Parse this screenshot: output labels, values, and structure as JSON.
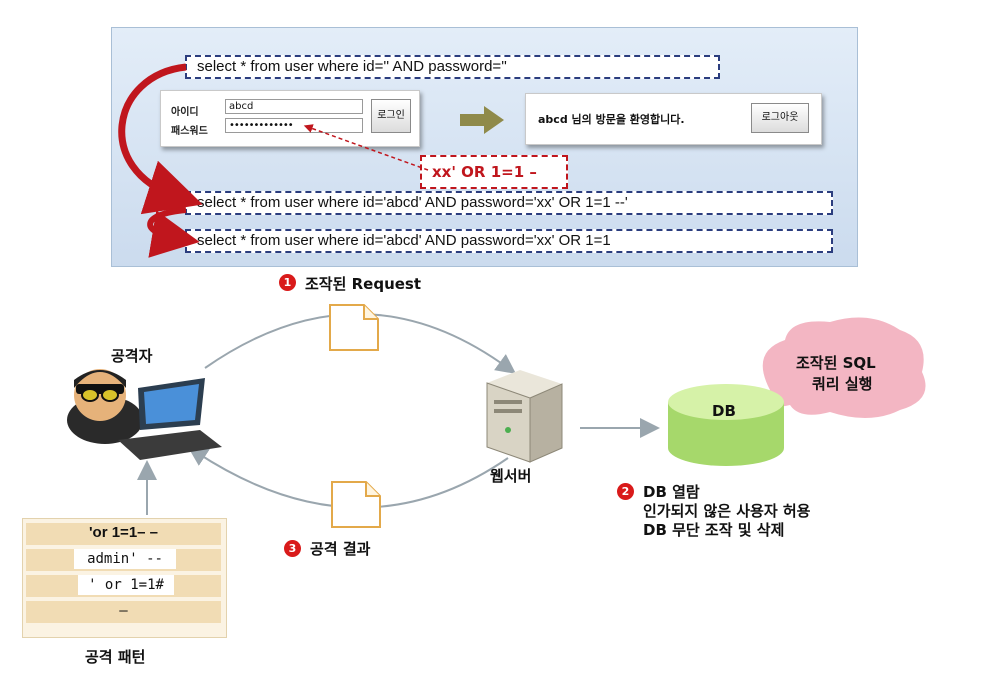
{
  "top_panel": {
    "sql_original": "select * from user where id='' AND password=''",
    "sql_injected": "select * from user where id='abcd' AND password='xx' OR 1=1 --'",
    "sql_result": "select * from user where id='abcd' AND password='xx' OR 1=1",
    "login_form": {
      "id_label": "아이디",
      "id_value": "abcd",
      "pw_label": "패스워드",
      "pw_value": "•••••••••••••",
      "login_button": "로그인"
    },
    "welcome_box": {
      "message": "abcd 님의 방문을 환영합니다.",
      "logout_button": "로그아웃"
    },
    "injection_input": "xx'   OR 1=1 –"
  },
  "diagram": {
    "step1": {
      "number": "1",
      "label": "조작된 Request"
    },
    "step2": {
      "number": "2",
      "lines": [
        "DB 열람",
        "인가되지 않은 사용자 허용",
        "DB 무단 조작 및 삭제"
      ]
    },
    "step3": {
      "number": "3",
      "label": "공격 결과"
    },
    "attacker_label": "공격자",
    "webserver_label": "웹서버",
    "db_label": "DB",
    "cloud_text": [
      "조작된 SQL",
      "쿼리 실행"
    ],
    "pattern_title": "공격 패턴",
    "patterns": [
      "'or 1=1– –",
      "admin' --",
      "' or 1=1#",
      "–"
    ]
  },
  "colors": {
    "sql_border": "#2b3d7e",
    "inject_red": "#c0161d",
    "step_red": "#d91a1a",
    "db_green": "#b7e27f",
    "cloud_pink": "#f3b6c3",
    "pattern_tan": "#f1dcb4",
    "flow_arrow": "#9aa6ae"
  }
}
